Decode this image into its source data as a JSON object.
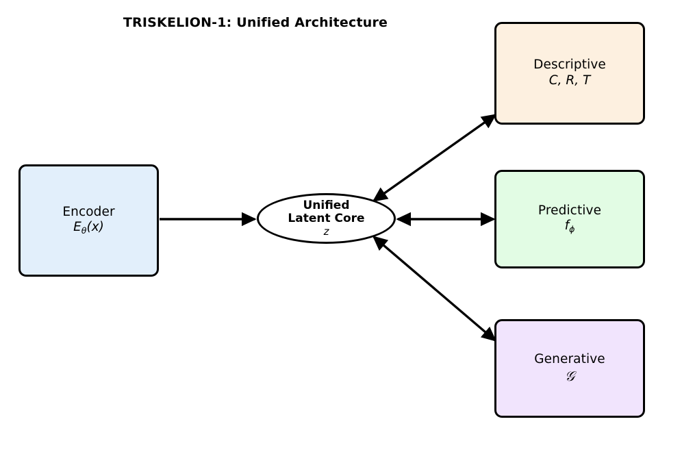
{
  "title": "TRISKELION-1: Unified Architecture",
  "nodes": {
    "encoder": {
      "label": "Encoder",
      "symbol_base": "E",
      "symbol_sub": "θ",
      "symbol_tail": "(x)",
      "fill": "#e2effb"
    },
    "core": {
      "label_line1": "Unified",
      "label_line2": "Latent Core",
      "symbol": "z",
      "fill": "#ffffff"
    },
    "descriptive": {
      "label": "Descriptive",
      "symbol": "C, R, T",
      "fill": "#fdf0e0"
    },
    "predictive": {
      "label": "Predictive",
      "symbol_base": "f",
      "symbol_sub": "ϕ",
      "fill": "#e2fce4"
    },
    "generative": {
      "label": "Generative",
      "symbol": "𝒢",
      "fill": "#f1e4fd"
    }
  },
  "edges": [
    {
      "name": "encoder-to-core",
      "from": "encoder",
      "to": "core",
      "direction": "forward"
    },
    {
      "name": "core-to-descriptive",
      "from": "core",
      "to": "descriptive",
      "direction": "bidirectional"
    },
    {
      "name": "core-to-predictive",
      "from": "core",
      "to": "predictive",
      "direction": "bidirectional"
    },
    {
      "name": "core-to-generative",
      "from": "core",
      "to": "generative",
      "direction": "bidirectional"
    }
  ],
  "style": {
    "stroke": "#000000",
    "background": "#ffffff"
  }
}
